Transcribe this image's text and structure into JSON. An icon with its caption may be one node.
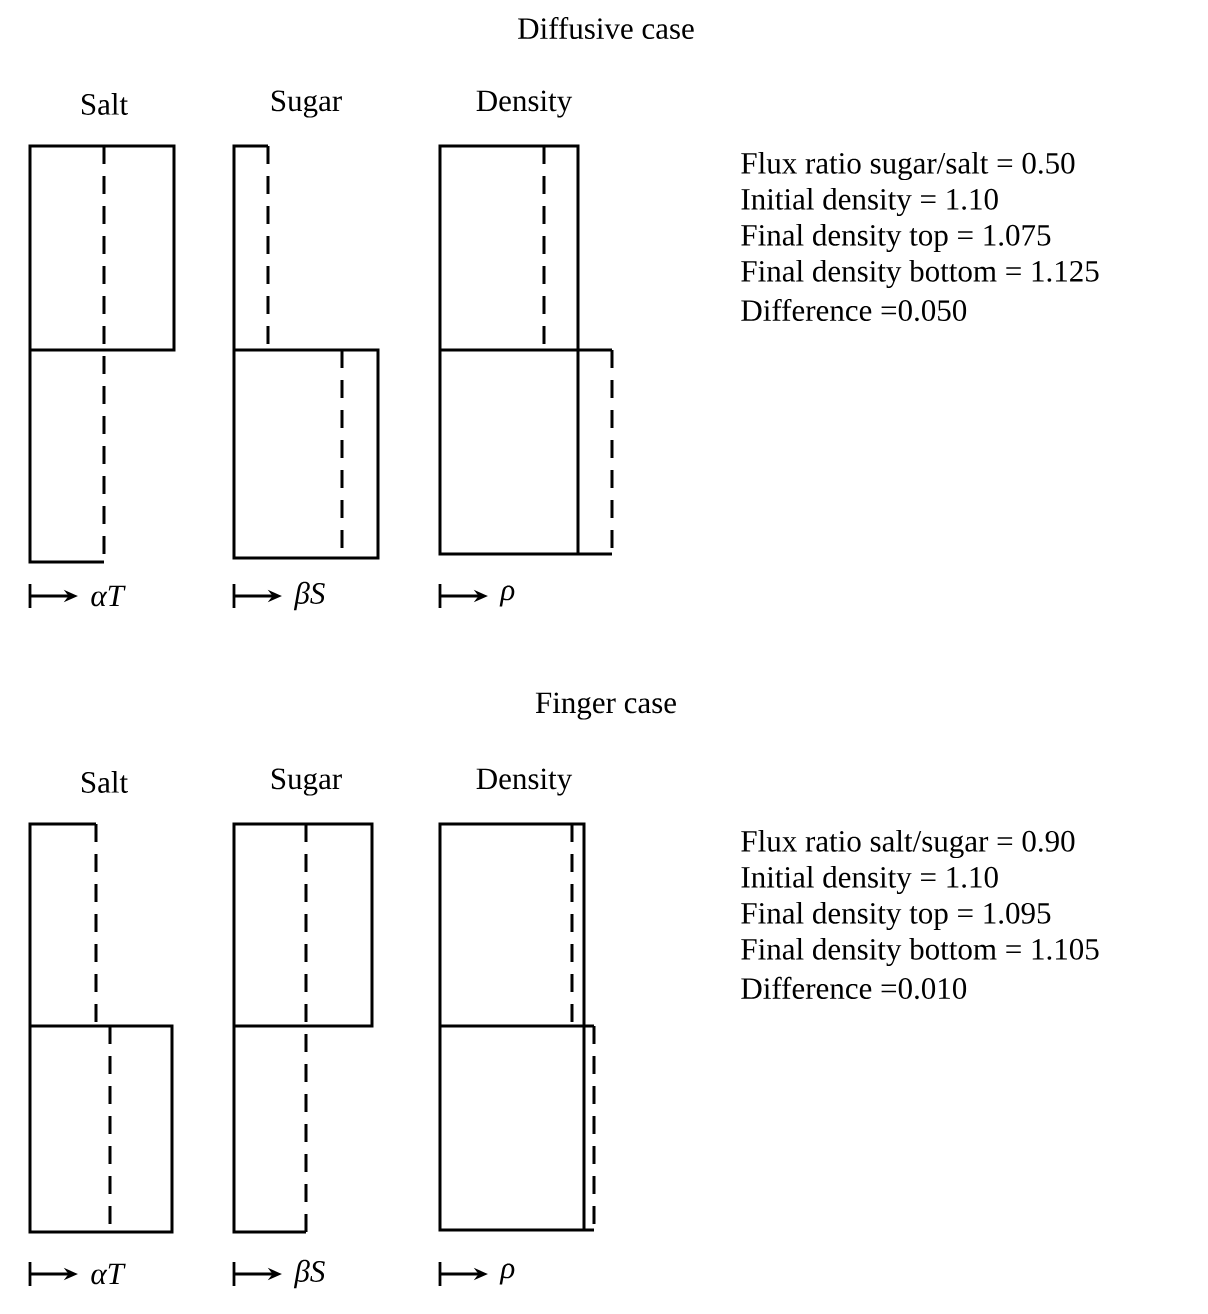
{
  "diagram": {
    "labels": [
      "Diffusive case",
      "Salt",
      "Sugar",
      "Density",
      "Flux ratio sugar/salt = 0.50",
      "Initial density = 1.10",
      "Final density top = 1.075",
      "Final density bottom = 1.125",
      "Difference =0.050",
      "αT",
      "βS",
      "ρ",
      "Finger case",
      "Salt",
      "Sugar",
      "Density",
      "Flux ratio salt/sugar = 0.90",
      "Initial density = 1.10",
      "Final density top = 1.095",
      "Final density bottom = 1.105",
      "Difference =0.010",
      "αT",
      "βS",
      "ρ"
    ]
  }
}
